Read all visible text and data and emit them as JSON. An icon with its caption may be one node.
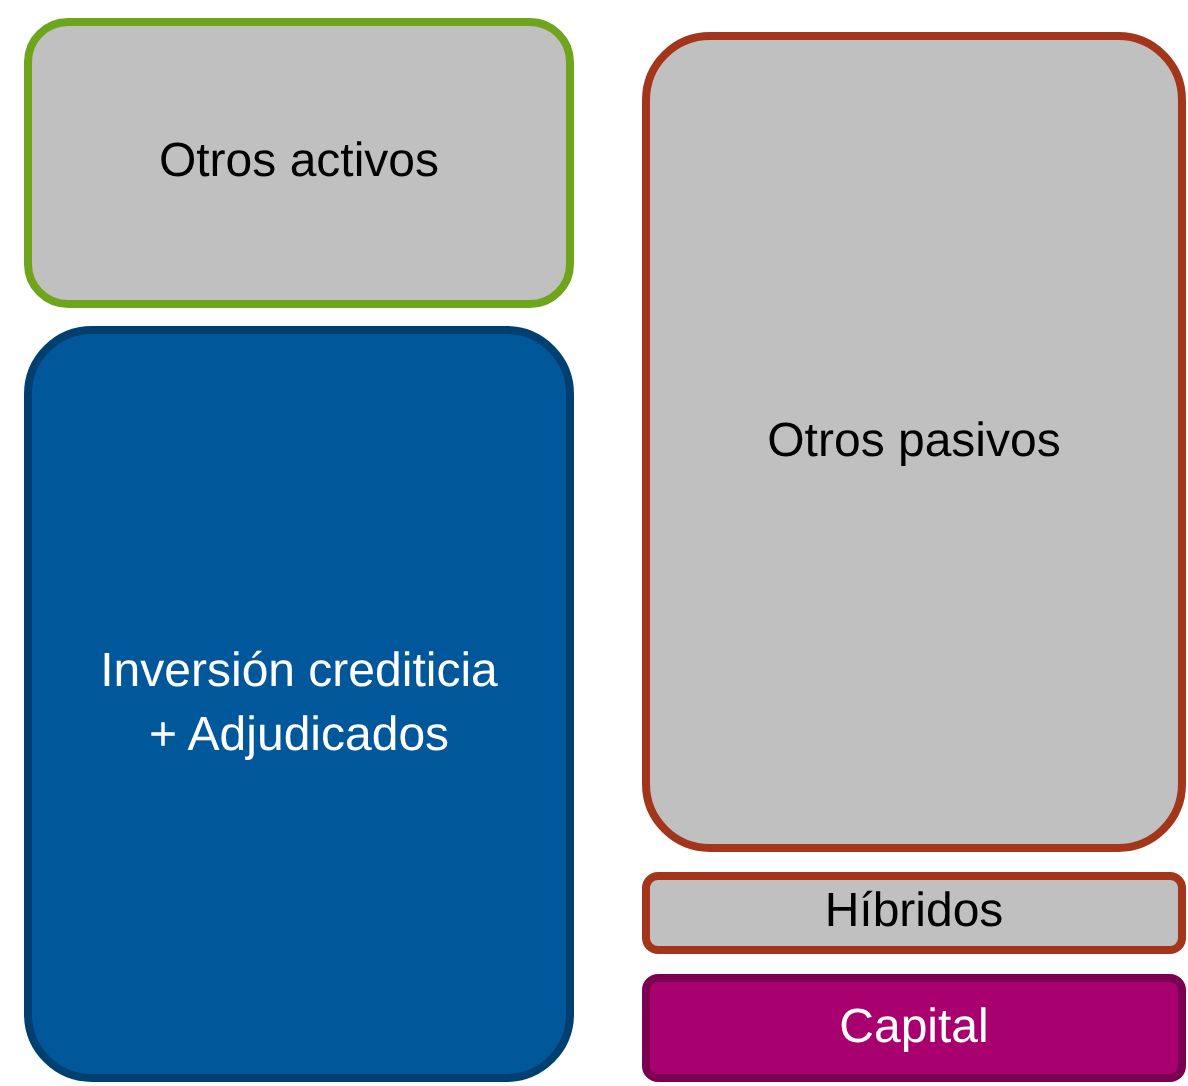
{
  "diagram": {
    "nodes": [
      {
        "text": [
          "Otros activos"
        ]
      },
      {
        "text": [
          "Inversión crediticia + Adjudicados"
        ]
      },
      {
        "text": [
          "Otros pasivos"
        ]
      },
      {
        "text": [
          "Híbridos"
        ]
      },
      {
        "text": [
          "Capital"
        ]
      }
    ]
  }
}
